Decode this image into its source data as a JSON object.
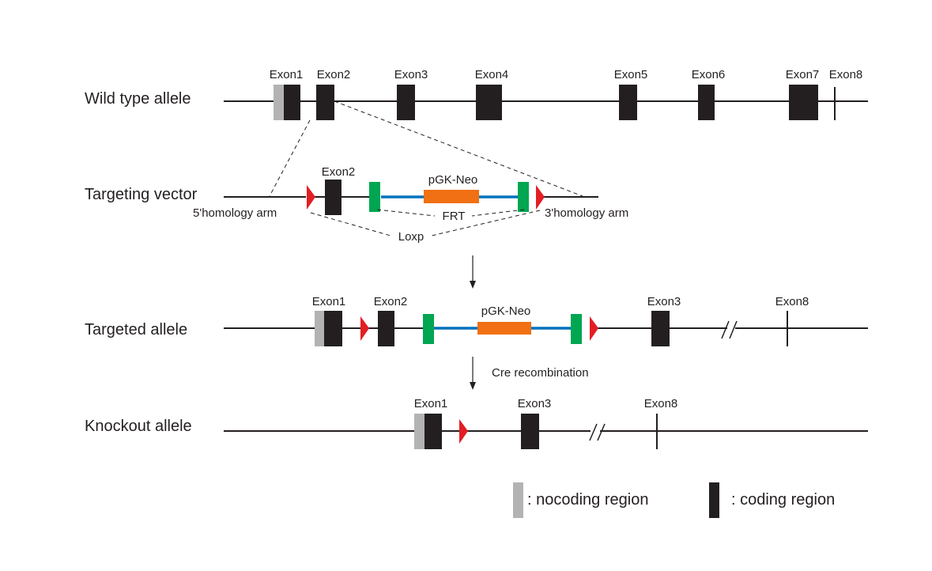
{
  "colors": {
    "line": "#231f20",
    "coding": "#231f20",
    "noncoding": "#b3b3b3",
    "loxp": "#e31e24",
    "frt": "#00a651",
    "neo_cassette": "#f07013",
    "neo_backbone": "#0072bc"
  },
  "rows": {
    "wild_type": {
      "label": "Wild type allele",
      "exons": [
        "Exon1",
        "Exon2",
        "Exon3",
        "Exon4",
        "Exon5",
        "Exon6",
        "Exon7",
        "Exon8"
      ]
    },
    "targeting_vector": {
      "label": "Targeting vector",
      "exon2": "Exon2",
      "neo": "pGK-Neo",
      "frt": "FRT",
      "loxp": "Loxp",
      "arm5": "5'homology arm",
      "arm3": "3'homology arm"
    },
    "targeted": {
      "label": "Targeted allele",
      "exon1": "Exon1",
      "exon2": "Exon2",
      "neo": "pGK-Neo",
      "exon3": "Exon3",
      "exon8": "Exon8"
    },
    "knockout": {
      "label": "Knockout allele",
      "exon1": "Exon1",
      "exon3": "Exon3",
      "exon8": "Exon8"
    }
  },
  "steps": {
    "cre": "Cre recombination"
  },
  "legend": {
    "noncoding": ": nocoding region",
    "coding": ": coding region"
  }
}
